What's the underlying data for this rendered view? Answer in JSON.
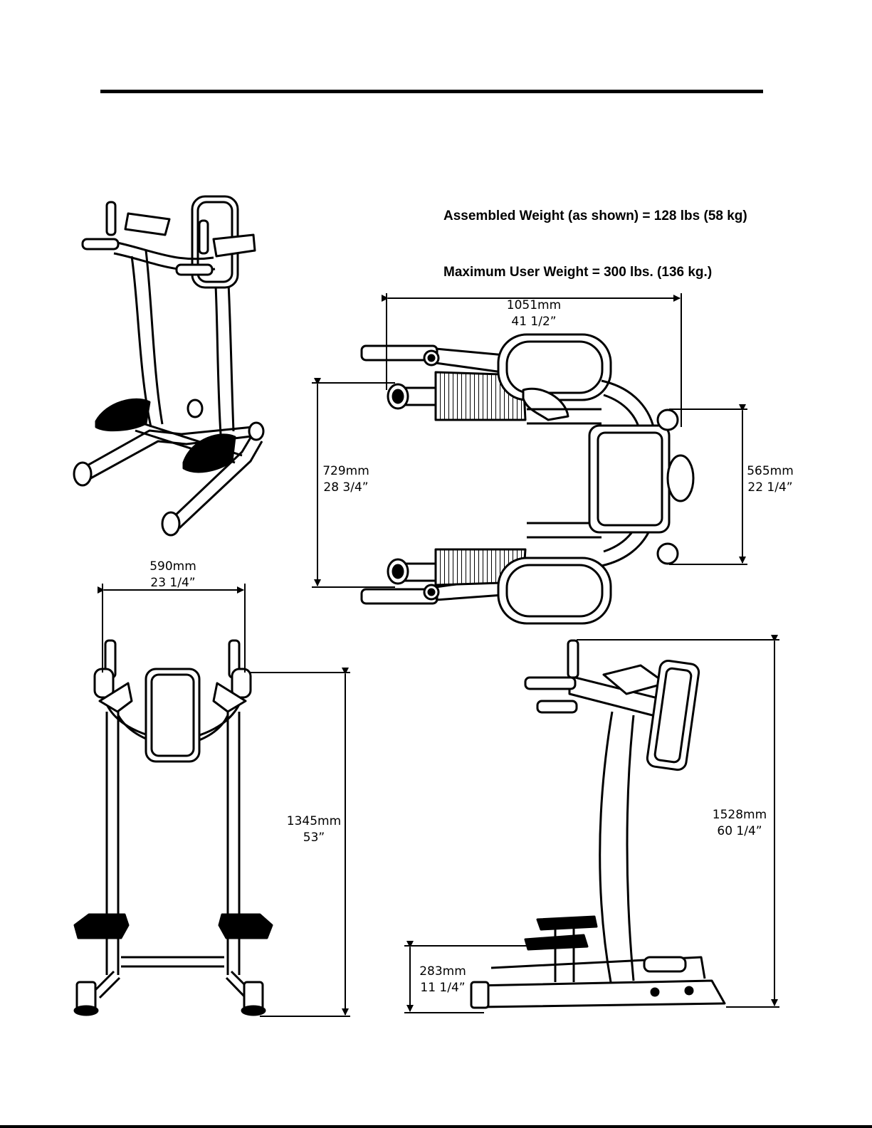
{
  "specs": {
    "assembled_weight": "Assembled Weight (as shown) = 128 lbs (58 kg)",
    "max_user_weight": "Maximum User Weight = 300 lbs. (136 kg.)"
  },
  "dimensions": {
    "top_length": {
      "mm": "1051mm",
      "in": "41 1/2”"
    },
    "top_depth_outer": {
      "mm": "729mm",
      "in": "28 3/4”"
    },
    "top_depth_inner": {
      "mm": "565mm",
      "in": "22 1/4”"
    },
    "front_width": {
      "mm": "590mm",
      "in": "23 1/4”"
    },
    "front_height": {
      "mm": "1345mm",
      "in": "53”"
    },
    "side_height": {
      "mm": "1528mm",
      "in": "60 1/4”"
    },
    "step_height": {
      "mm": "283mm",
      "in": "11 1/4”"
    }
  }
}
